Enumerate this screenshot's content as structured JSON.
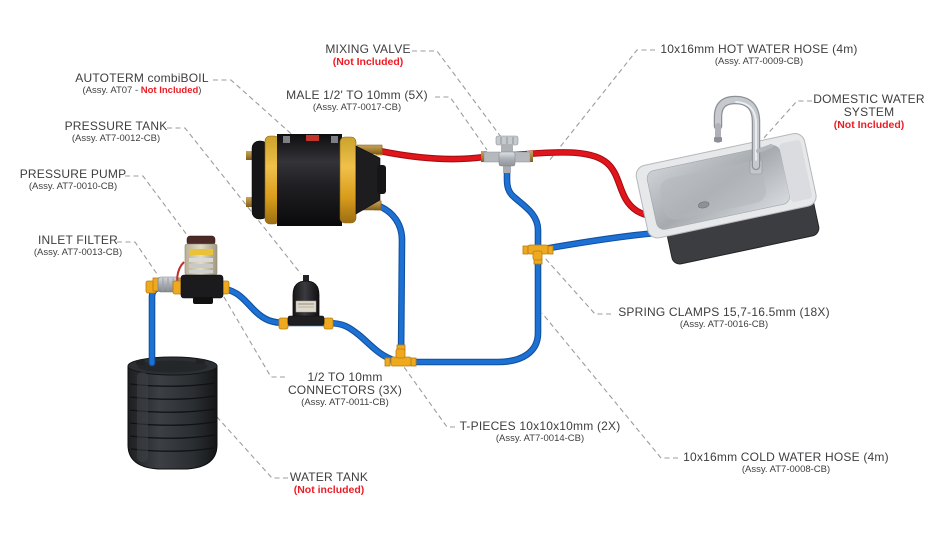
{
  "diagram_type": "water-system-installation-diagram",
  "colors": {
    "hot": "#e3151c",
    "cold": "#1d71d4",
    "label": "#3e3e40",
    "red_note": "#ed1c24",
    "leader": "#9c9c9c",
    "fitting": "#efa91f"
  },
  "labels": {
    "autoterm": {
      "title": "AUTOTERM combiBOIL",
      "assy_pre": "(Assy. AT07 - ",
      "assy_red": "Not Included",
      "assy_post": ")"
    },
    "pressure_tank": {
      "title": "PRESSURE TANK",
      "assy": "(Assy. AT7-0012-CB)"
    },
    "pressure_pump": {
      "title": "PRESSURE PUMP",
      "assy": "(Assy. AT7-0010-CB)"
    },
    "inlet_filter": {
      "title": "INLET FILTER",
      "assy": "(Assy. AT7-0013-CB)"
    },
    "mixing_valve": {
      "title": "MIXING VALVE",
      "note": "(Not Included)"
    },
    "male": {
      "title": "MALE 1/2' TO 10mm (5X)",
      "assy": "(Assy. AT7-0017-CB)"
    },
    "hot_hose": {
      "title": "10x16mm HOT WATER HOSE (4m)",
      "assy": "(Assy. AT7-0009-CB)"
    },
    "domestic": {
      "title": "DOMESTIC WATER SYSTEM",
      "note": "(Not Included)"
    },
    "spring_clamps": {
      "title": "SPRING CLAMPS 15,7-16.5mm (18X)",
      "assy": "(Assy. AT7-0016-CB)"
    },
    "connectors": {
      "title": "1/2 TO 10mm CONNECTORS (3X)",
      "assy": "(Assy. AT7-0011-CB)"
    },
    "t_pieces": {
      "title": "T-PIECES 10x10x10mm (2X)",
      "assy": "(Assy. AT7-0014-CB)"
    },
    "water_tank": {
      "title": "WATER TANK",
      "note": "(Not included)"
    },
    "cold_hose": {
      "title": "10x16mm COLD WATER HOSE (4m)",
      "assy": "(Assy. AT7-0008-CB)"
    }
  },
  "components": [
    "autoterm-combiboil-boiler",
    "mixing-valve",
    "kitchen-sink",
    "faucet",
    "pressure-pump",
    "inlet-filter",
    "pressure-tank",
    "water-tank",
    "t-piece-upper",
    "t-piece-lower",
    "hot-water-hose",
    "cold-water-hose"
  ]
}
